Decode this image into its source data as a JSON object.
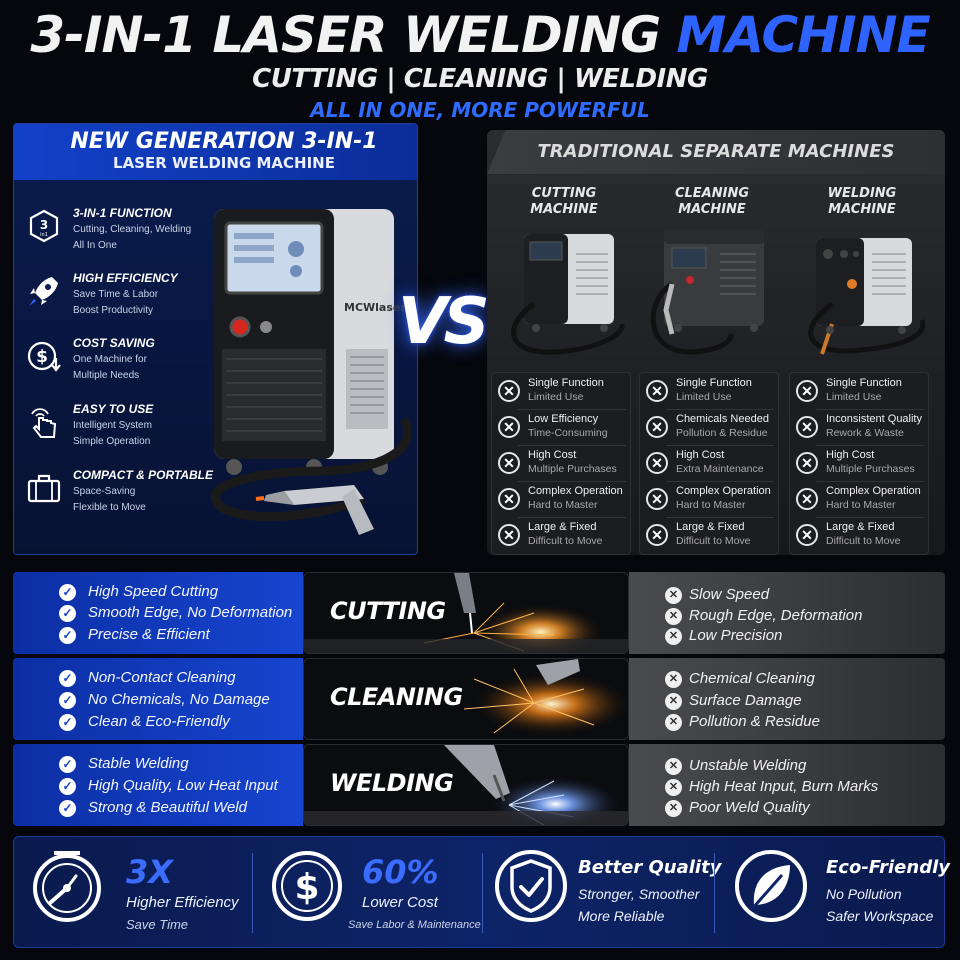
{
  "header": {
    "title_main": "3-IN-1 LASER WELDING",
    "title_accent": "MACHINE",
    "subtitle": "CUTTING | CLEANING | WELDING",
    "tagline": "ALL IN ONE, MORE POWERFUL"
  },
  "colors": {
    "accent_blue": "#2f63ff",
    "dark_bg": "#05070d",
    "panel_grey": "#2a2c30"
  },
  "left_panel": {
    "heading_1": "NEW GENERATION 3-IN-1",
    "heading_2": "LASER WELDING MACHINE",
    "machine_brand": "MCWlaser",
    "features": [
      {
        "icon": "3in1-icon",
        "title": "3-IN-1 FUNCTION",
        "line1": "Cutting, Cleaning, Welding",
        "line2": "All In One"
      },
      {
        "icon": "rocket-icon",
        "title": "HIGH EFFICIENCY",
        "line1": "Save Time & Labor",
        "line2": "Boost Productivity"
      },
      {
        "icon": "dollar-down-icon",
        "title": "COST SAVING",
        "line1": "One Machine for",
        "line2": "Multiple Needs"
      },
      {
        "icon": "touch-icon",
        "title": "EASY TO USE",
        "line1": "Intelligent System",
        "line2": "Simple Operation"
      },
      {
        "icon": "suitcase-icon",
        "title": "COMPACT & PORTABLE",
        "line1": "Space-Saving",
        "line2": "Flexible to Move"
      }
    ]
  },
  "vs_label": "VS",
  "right_panel": {
    "heading": "TRADITIONAL SEPARATE MACHINES",
    "machines": [
      {
        "name_1": "CUTTING",
        "name_2": "MACHINE",
        "cons": [
          {
            "title": "Single Function",
            "desc": "Limited Use"
          },
          {
            "title": "Low Efficiency",
            "desc": "Time-Consuming"
          },
          {
            "title": "High Cost",
            "desc": "Multiple Purchases"
          },
          {
            "title": "Complex Operation",
            "desc": "Hard to Master"
          },
          {
            "title": "Large & Fixed",
            "desc": "Difficult to Move"
          }
        ]
      },
      {
        "name_1": "CLEANING",
        "name_2": "MACHINE",
        "cons": [
          {
            "title": "Single Function",
            "desc": "Limited Use"
          },
          {
            "title": "Chemicals Needed",
            "desc": "Pollution & Residue"
          },
          {
            "title": "High Cost",
            "desc": "Extra Maintenance"
          },
          {
            "title": "Complex Operation",
            "desc": "Hard to Master"
          },
          {
            "title": "Large & Fixed",
            "desc": "Difficult to Move"
          }
        ]
      },
      {
        "name_1": "WELDING",
        "name_2": "MACHINE",
        "cons": [
          {
            "title": "Single Function",
            "desc": "Limited Use"
          },
          {
            "title": "Inconsistent Quality",
            "desc": "Rework & Waste"
          },
          {
            "title": "High Cost",
            "desc": "Multiple Purchases"
          },
          {
            "title": "Complex Operation",
            "desc": "Hard to Master"
          },
          {
            "title": "Large & Fixed",
            "desc": "Difficult to Move"
          }
        ]
      }
    ]
  },
  "comparison": [
    {
      "label": "CUTTING",
      "pros": [
        "High Speed Cutting",
        "Smooth Edge, No Deformation",
        "Precise & Efficient"
      ],
      "cons": [
        "Slow Speed",
        "Rough Edge, Deformation",
        "Low Precision"
      ]
    },
    {
      "label": "CLEANING",
      "pros": [
        "Non-Contact Cleaning",
        "No Chemicals, No Damage",
        "Clean & Eco-Friendly"
      ],
      "cons": [
        "Chemical Cleaning",
        "Surface Damage",
        "Pollution & Residue"
      ]
    },
    {
      "label": "WELDING",
      "pros": [
        "Stable Welding",
        "High Quality, Low Heat Input",
        "Strong & Beautiful Weld"
      ],
      "cons": [
        "Unstable Welding",
        "High Heat Input, Burn Marks",
        "Poor Weld Quality"
      ]
    }
  ],
  "stats": [
    {
      "icon": "speedometer-icon",
      "big": "3X",
      "line1": "Higher Efficiency",
      "line2": "Save Time"
    },
    {
      "icon": "dollar-icon",
      "big": "60%",
      "line1": "Lower Cost",
      "line2": "Save Labor & Maintenance"
    },
    {
      "icon": "shield-check-icon",
      "big": "Better Quality",
      "line1": "Stronger, Smoother",
      "line2": "More Reliable"
    },
    {
      "icon": "leaf-icon",
      "big": "Eco-Friendly",
      "line1": "No Pollution",
      "line2": "Safer Workspace"
    }
  ]
}
